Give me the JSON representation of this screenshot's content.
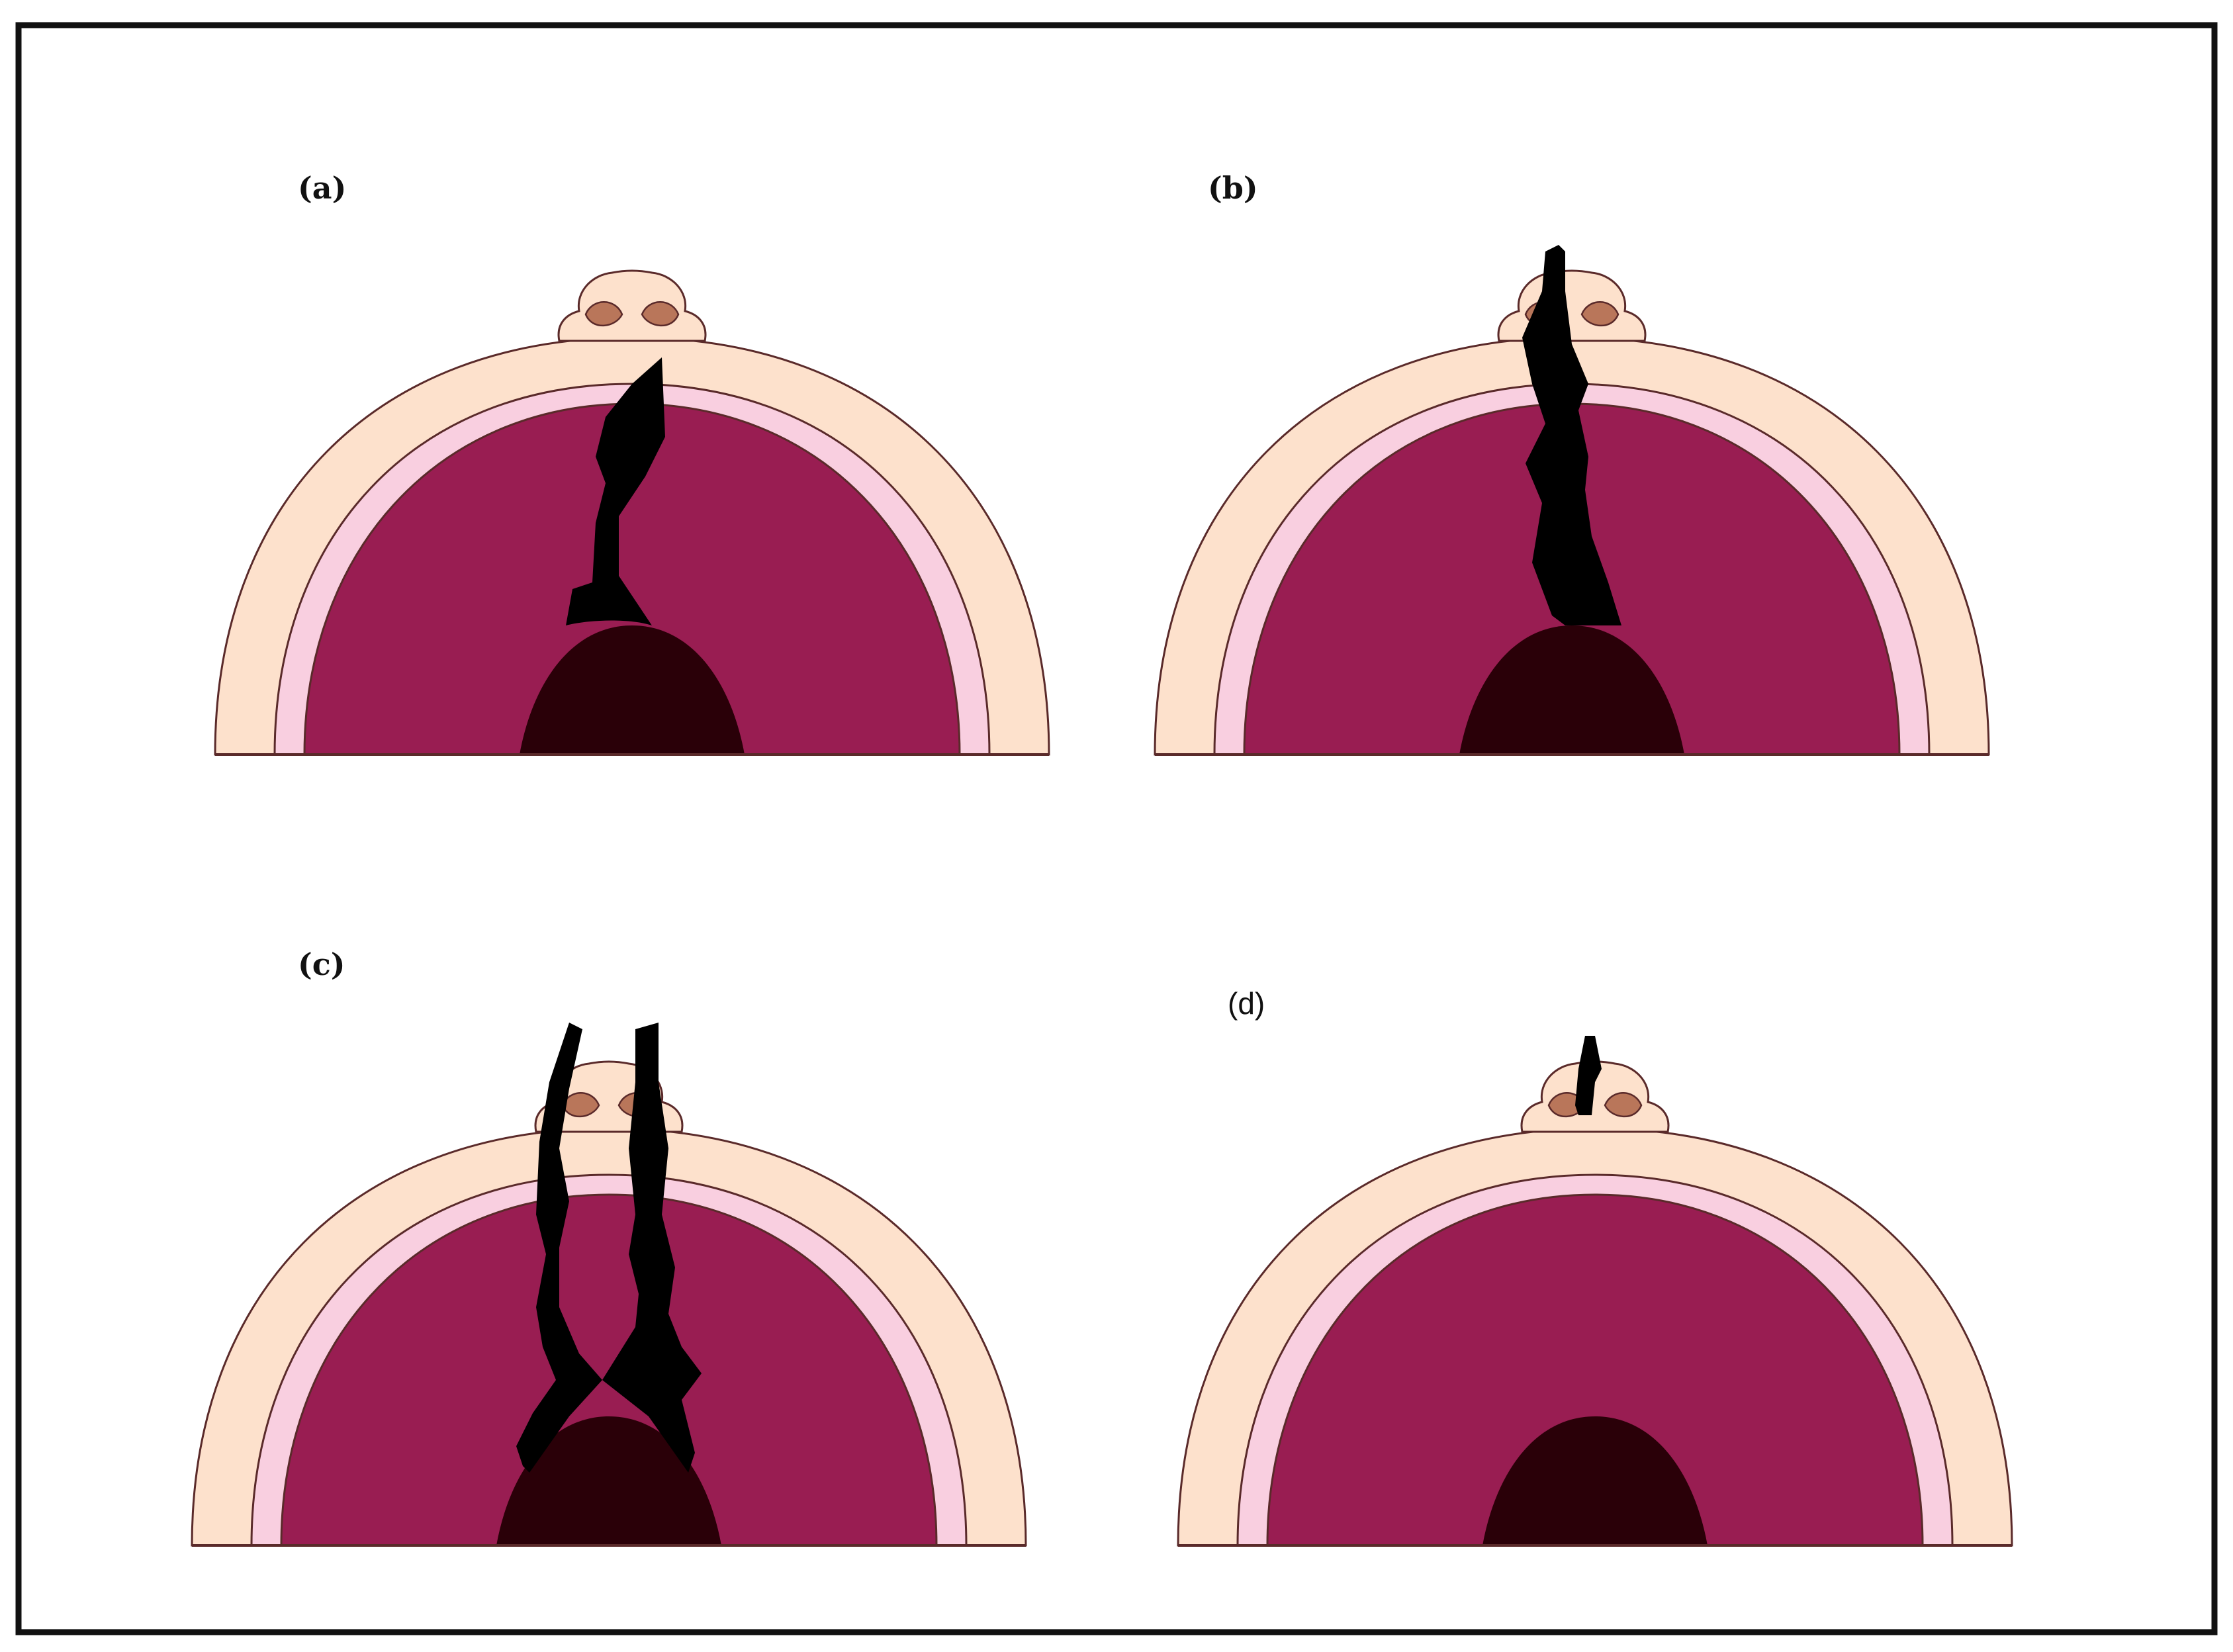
{
  "colors": {
    "border": "#111111",
    "lip": "#fde1cc",
    "lip_outline": "#5a2a2a",
    "gum": "#f9cfe0",
    "palate": "#991d52",
    "throat": "#2a0008",
    "nostril": "#b9765a",
    "cleft": "#000000"
  },
  "panels": [
    {
      "id": "a",
      "label": "(a)",
      "cleft_type": "soft-and-partial-hard-palate"
    },
    {
      "id": "b",
      "label": "(b)",
      "cleft_type": "unilateral-complete"
    },
    {
      "id": "c",
      "label": "(c)",
      "cleft_type": "bilateral-complete"
    },
    {
      "id": "d",
      "label": "(d)",
      "cleft_type": "lip-and-alveolus-only"
    }
  ]
}
